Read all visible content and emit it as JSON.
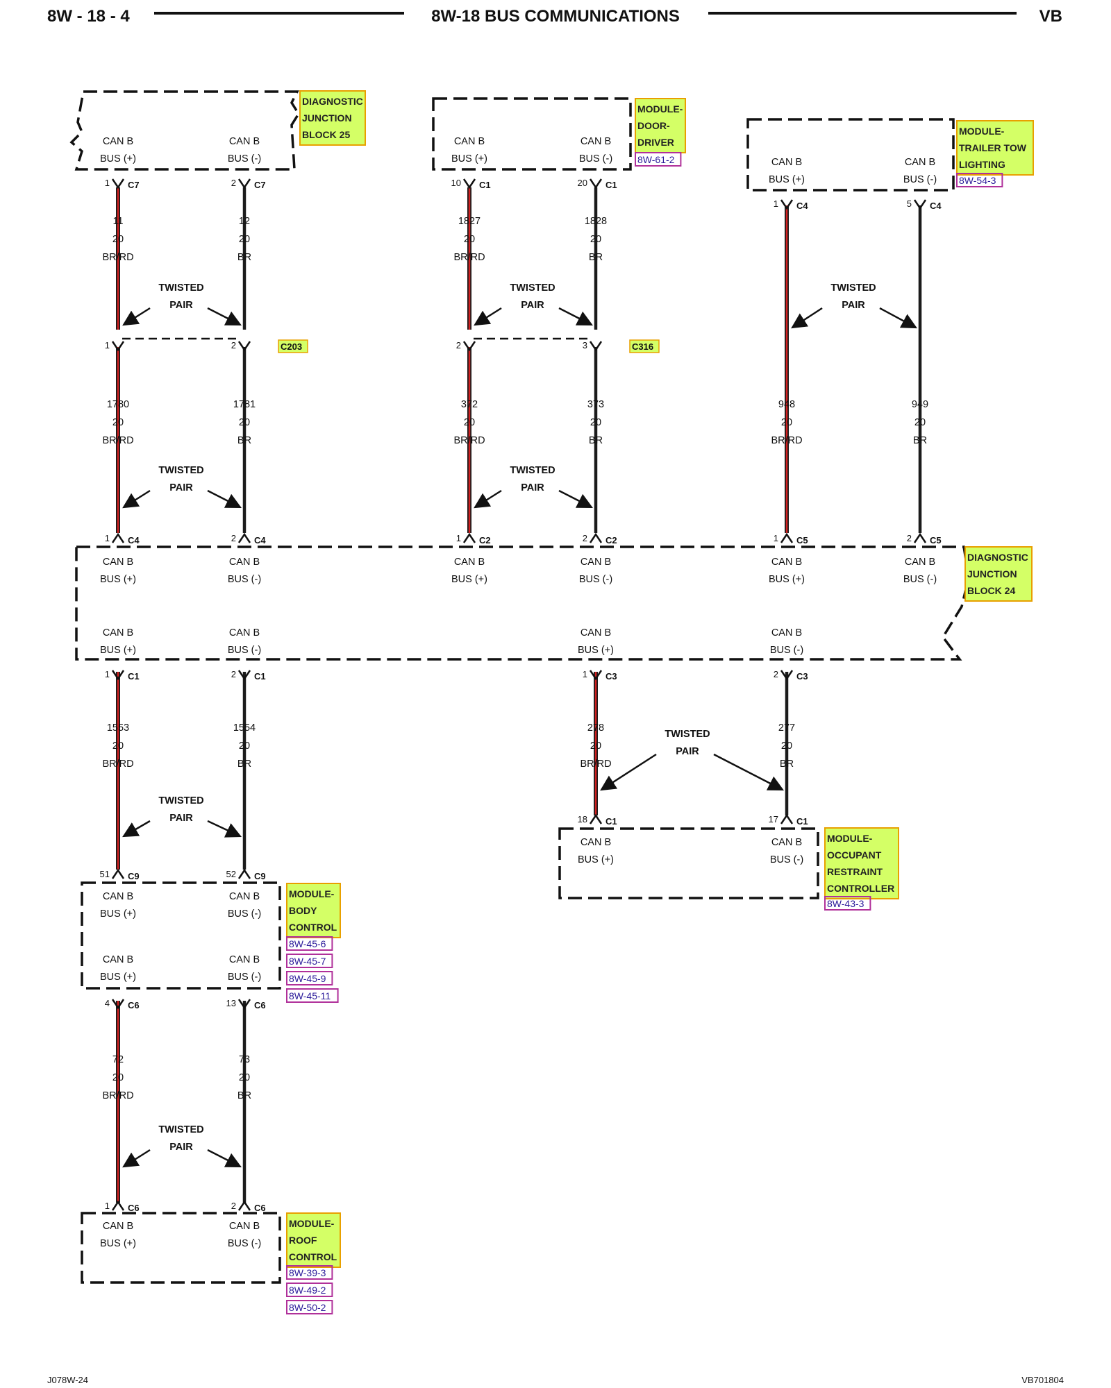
{
  "header": {
    "page": "8W - 18 - 4",
    "title": "8W-18 BUS COMMUNICATIONS",
    "model": "VB"
  },
  "footer": {
    "left": "J078W-24",
    "right": "VB701804"
  },
  "can_plus": [
    "CAN B",
    "BUS (+)"
  ],
  "can_minus": [
    "CAN B",
    "BUS (-)"
  ],
  "twisted": [
    "TWISTED",
    "PAIR"
  ],
  "colors": {
    "wire_red": "#d42020",
    "wire_black": "#1b1b1b",
    "label_fill": "#d4ff66",
    "label_border": "#e8a000",
    "ref_border": "#b0309a"
  },
  "components": {
    "djb25": [
      "DIAGNOSTIC",
      "JUNCTION",
      "BLOCK 25"
    ],
    "door": [
      "MODULE-",
      "DOOR-",
      "DRIVER"
    ],
    "trailer": [
      "MODULE-",
      "TRAILER TOW",
      "LIGHTING"
    ],
    "djb24": [
      "DIAGNOSTIC",
      "JUNCTION",
      "BLOCK 24"
    ],
    "body": [
      "MODULE-",
      "BODY",
      "CONTROL"
    ],
    "occupant": [
      "MODULE-",
      "OCCUPANT",
      "RESTRAINT",
      "CONTROLLER"
    ],
    "roof": [
      "MODULE-",
      "ROOF",
      "CONTROL"
    ]
  },
  "refs": {
    "door": [
      "8W-61-2"
    ],
    "trailer": [
      "8W-54-3"
    ],
    "body": [
      "8W-45-6",
      "8W-45-7",
      "8W-45-9",
      "8W-45-11"
    ],
    "occupant": [
      "8W-43-3"
    ],
    "roof": [
      "8W-39-3",
      "8W-49-2",
      "8W-50-2"
    ]
  },
  "inline_connectors": {
    "left": "C203",
    "mid": "C316"
  },
  "connectors": {
    "a_top_l": {
      "pin": "1",
      "name": "C7"
    },
    "a_top_r": {
      "pin": "2",
      "name": "C7"
    },
    "b_top_l": {
      "pin": "10",
      "name": "C1"
    },
    "b_top_r": {
      "pin": "20",
      "name": "C1"
    },
    "c_top_l": {
      "pin": "1",
      "name": "C4"
    },
    "c_top_r": {
      "pin": "5",
      "name": "C4"
    },
    "a_in_l": {
      "pin": "1",
      "name": ""
    },
    "a_in_r": {
      "pin": "2",
      "name": ""
    },
    "b_in_l": {
      "pin": "2",
      "name": ""
    },
    "b_in_r": {
      "pin": "3",
      "name": ""
    },
    "a_j_l": {
      "pin": "1",
      "name": "C4"
    },
    "a_j_r": {
      "pin": "2",
      "name": "C4"
    },
    "b_j_l": {
      "pin": "1",
      "name": "C2"
    },
    "b_j_r": {
      "pin": "2",
      "name": "C2"
    },
    "c_j_l": {
      "pin": "1",
      "name": "C5"
    },
    "c_j_r": {
      "pin": "2",
      "name": "C5"
    },
    "a_jb_l": {
      "pin": "1",
      "name": "C1"
    },
    "a_jb_r": {
      "pin": "2",
      "name": "C1"
    },
    "d_jb_l": {
      "pin": "1",
      "name": "C3"
    },
    "d_jb_r": {
      "pin": "2",
      "name": "C3"
    },
    "a_bc_l": {
      "pin": "51",
      "name": "C9"
    },
    "a_bc_r": {
      "pin": "52",
      "name": "C9"
    },
    "d_orc_l": {
      "pin": "18",
      "name": "C1"
    },
    "d_orc_r": {
      "pin": "17",
      "name": "C1"
    },
    "a_bcb_l": {
      "pin": "4",
      "name": "C6"
    },
    "a_bcb_r": {
      "pin": "13",
      "name": "C6"
    },
    "a_rc_l": {
      "pin": "1",
      "name": "C6"
    },
    "a_rc_r": {
      "pin": "2",
      "name": "C6"
    }
  },
  "wires": {
    "a1_l": [
      "11",
      "20",
      "BR/RD"
    ],
    "a1_r": [
      "12",
      "20",
      "BR"
    ],
    "b1_l": [
      "1827",
      "20",
      "BR/RD"
    ],
    "b1_r": [
      "1828",
      "20",
      "BR"
    ],
    "a2_l": [
      "1780",
      "20",
      "BR/RD"
    ],
    "a2_r": [
      "1781",
      "20",
      "BR"
    ],
    "b2_l": [
      "372",
      "20",
      "BR/RD"
    ],
    "b2_r": [
      "373",
      "20",
      "BR"
    ],
    "c_l": [
      "948",
      "20",
      "BR/RD"
    ],
    "c_r": [
      "949",
      "20",
      "BR"
    ],
    "a3_l": [
      "1553",
      "20",
      "BR/RD"
    ],
    "a3_r": [
      "1554",
      "20",
      "BR"
    ],
    "d_l": [
      "278",
      "20",
      "BR/RD"
    ],
    "d_r": [
      "277",
      "20",
      "BR"
    ],
    "a4_l": [
      "72",
      "20",
      "BR/RD"
    ],
    "a4_r": [
      "73",
      "20",
      "BR"
    ]
  }
}
